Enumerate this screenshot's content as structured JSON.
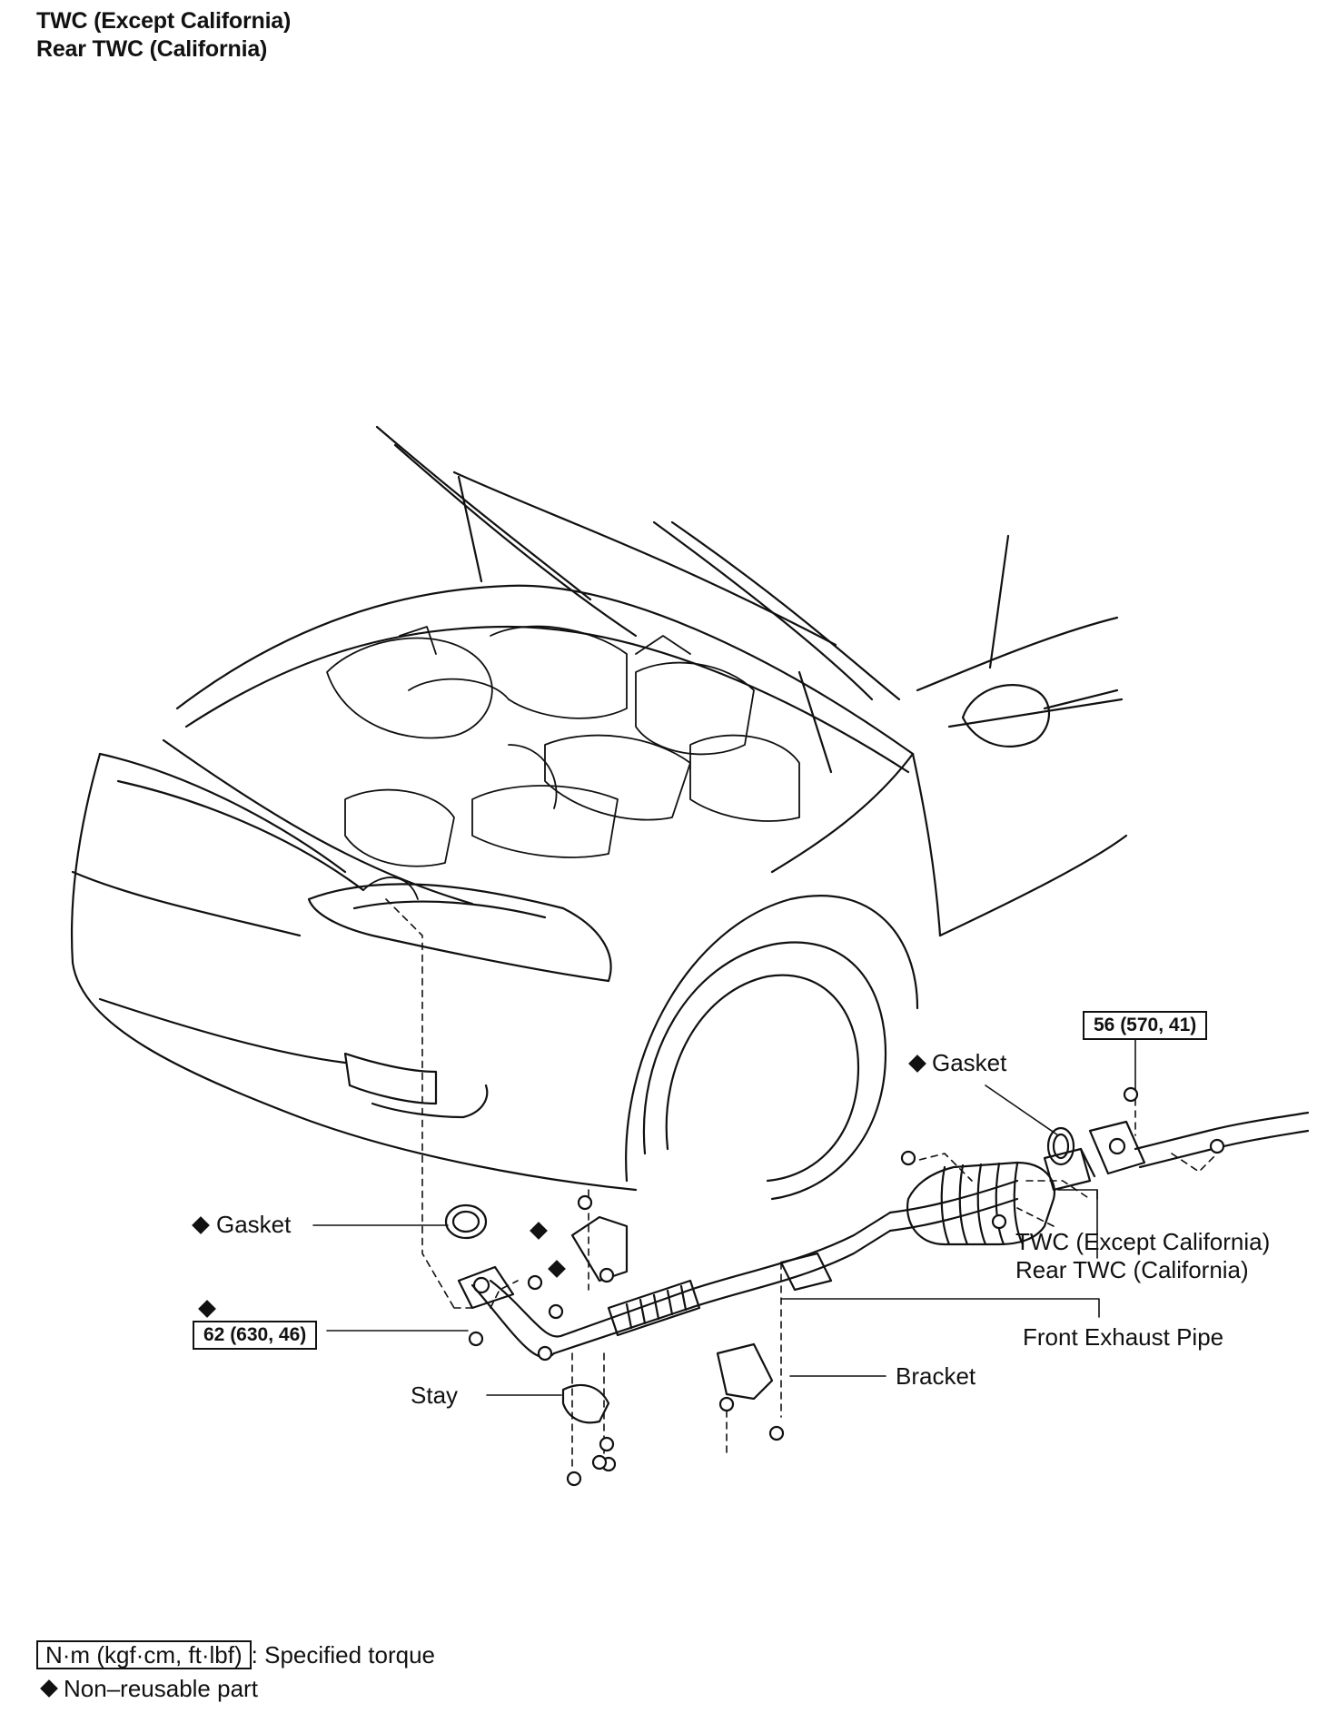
{
  "title": {
    "line1": "TWC (Except California)",
    "line2": "Rear TWC (California)"
  },
  "labels": {
    "gasket_right": "Gasket",
    "gasket_left": "Gasket",
    "twc_line1": "TWC (Except California)",
    "twc_line2": "Rear TWC (California)",
    "front_exhaust_pipe": "Front Exhaust Pipe",
    "bracket": "Bracket",
    "stay": "Stay"
  },
  "torques": {
    "right": "56 (570, 41)",
    "left": "62 (630, 46)"
  },
  "legend": {
    "torque_unit": "N·m (kgf·cm, ft·lbf)",
    "torque_text": ": Specified torque",
    "nonreusable_text": "Non–reusable part"
  }
}
